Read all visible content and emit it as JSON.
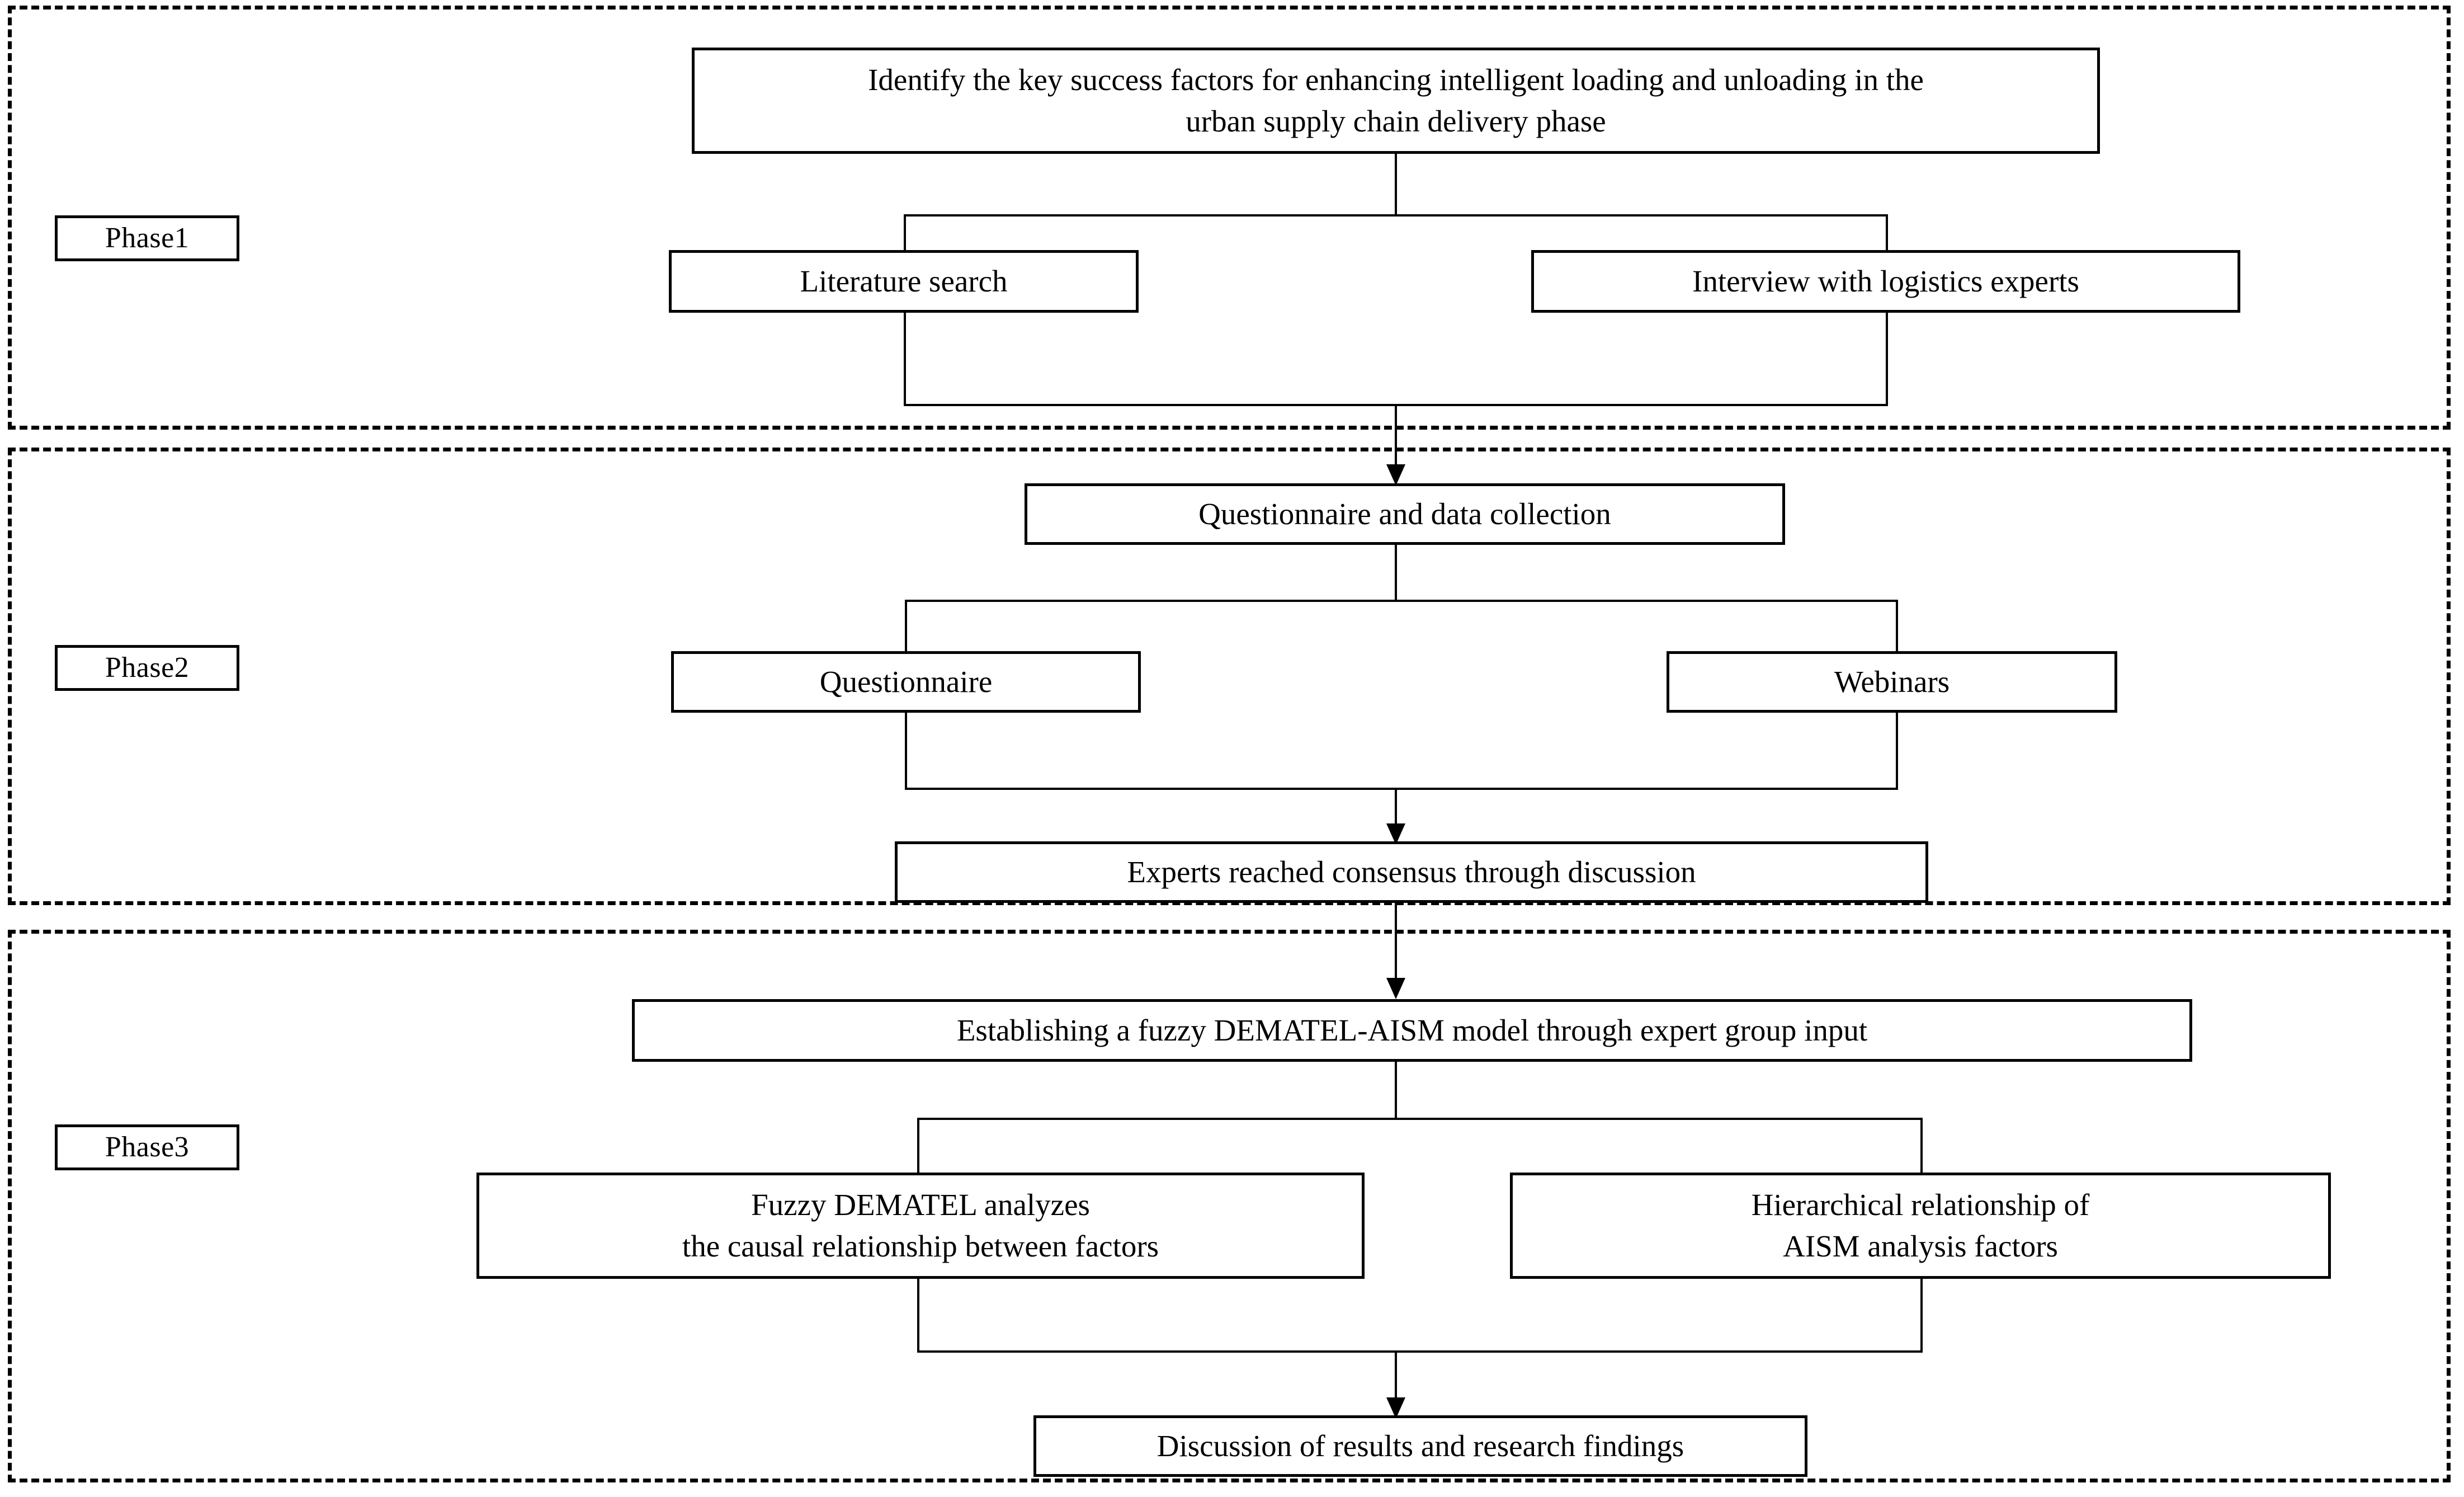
{
  "figure": {
    "type": "flowchart",
    "orientation": "top-to-bottom",
    "background_color": "#ffffff",
    "line_color": "#000000"
  },
  "phases": [
    {
      "id": "phase1",
      "label": "Phase1",
      "nodes": {
        "top": "Identify the key success factors for enhancing intelligent loading and unloading in the\nurban supply chain delivery phase",
        "left": "Literature search",
        "right": "Interview with logistics experts"
      }
    },
    {
      "id": "phase2",
      "label": "Phase2",
      "nodes": {
        "top": "Questionnaire and data collection",
        "left": "Questionnaire",
        "right": "Webinars",
        "bottom": "Experts reached consensus through discussion"
      }
    },
    {
      "id": "phase3",
      "label": "Phase3",
      "nodes": {
        "top": "Establishing a fuzzy DEMATEL-AISM model through expert group input",
        "left": "Fuzzy DEMATEL analyzes\nthe causal relationship between factors",
        "right": "Hierarchical relationship of\nAISM analysis factors",
        "bottom": "Discussion of results and research findings"
      }
    }
  ]
}
